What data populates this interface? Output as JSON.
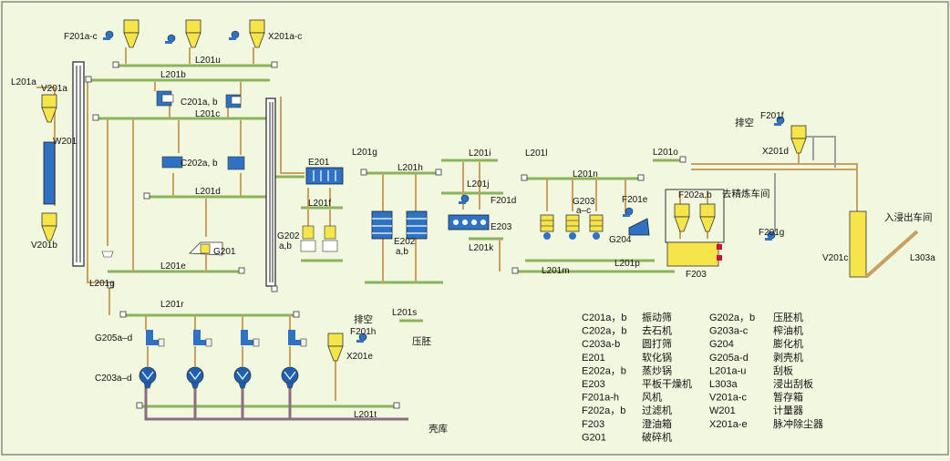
{
  "colors": {
    "background": "#f2f8df",
    "green_pipe": "#8ab35c",
    "tan_pipe": "#c8a060",
    "purple_pipe": "#8a6d7e",
    "yellow_vessel": "#f5e44a",
    "blue_equipment": "#2f72c4",
    "dark_line": "#303030"
  },
  "labels": {
    "f201ac": "F201a-c",
    "x201ac": "X201a-c",
    "l201a": "L201a",
    "v201a": "V201a",
    "w201": "W201",
    "v201b": "V201b",
    "l201u": "L201u",
    "l201b": "L201b",
    "c201ab": "C201a, b",
    "l201c": "L201c",
    "c202ab": "C202a, b",
    "l201d": "L201d",
    "g201": "G201",
    "l201e": "L201e",
    "e201": "E201",
    "l201f": "L201f",
    "g202ab": "G202",
    "g202ab2": "a,b",
    "l201g": "L201g",
    "l201h": "L201h",
    "e202ab": "E202",
    "e202ab2": "a,b",
    "l201i": "L201i",
    "l201j": "L201j",
    "f201d": "F201d",
    "e203": "E203",
    "l201k": "L201k",
    "l201l": "L201l",
    "l201n": "L201n",
    "g203ac": "G203",
    "g203ac2": "a–c",
    "f201e": "F201e",
    "g204": "G204",
    "l201m": "L201m",
    "l201p": "L201p",
    "l201o": "L201o",
    "f202ab": "F202a,b",
    "f203": "F203",
    "to_refining": "去精炼车间",
    "pai_kong_1": "排空",
    "f201f": "F201f",
    "x201d": "X201d",
    "f201g": "F201g",
    "to_extraction": "入浸出车间",
    "v201c": "V201c",
    "l303a": "L303a",
    "l201g_low": "L201g",
    "l201r": "L201r",
    "g205ad": "G205a–d",
    "c203ad": "C203a–d",
    "l201s": "L201s",
    "pai_kong_2": "排空",
    "f201h": "F201h",
    "ya_pei": "压胚",
    "x201e": "X201e",
    "l201t": "L201t",
    "ke_ku": "壳库"
  },
  "legend": {
    "left": [
      {
        "code": "C201a，b",
        "name": "振动筛"
      },
      {
        "code": "C202a，b",
        "name": "去石机"
      },
      {
        "code": "C203a-b",
        "name": "圆打筛"
      },
      {
        "code": "E201",
        "name": "软化锅"
      },
      {
        "code": "E202a，b",
        "name": "蒸炒锅"
      },
      {
        "code": "E203",
        "name": "平板干燥机"
      },
      {
        "code": "F201a-h",
        "name": "风机"
      },
      {
        "code": "F202a，b",
        "name": "过滤机"
      },
      {
        "code": "F203",
        "name": "澄油箱"
      },
      {
        "code": "G201",
        "name": "破碎机"
      }
    ],
    "right": [
      {
        "code": "G202a，b",
        "name": "压胚机"
      },
      {
        "code": "G203a-c",
        "name": "榨油机"
      },
      {
        "code": "G204",
        "name": "膨化机"
      },
      {
        "code": "G205a-d",
        "name": "剥壳机"
      },
      {
        "code": "L201a-u",
        "name": "刮板"
      },
      {
        "code": "L303a",
        "name": "浸出刮板"
      },
      {
        "code": "V201a-c",
        "name": "暂存箱"
      },
      {
        "code": "W201",
        "name": "计量器"
      },
      {
        "code": "X201a-e",
        "name": "脉冲除尘器"
      }
    ]
  }
}
